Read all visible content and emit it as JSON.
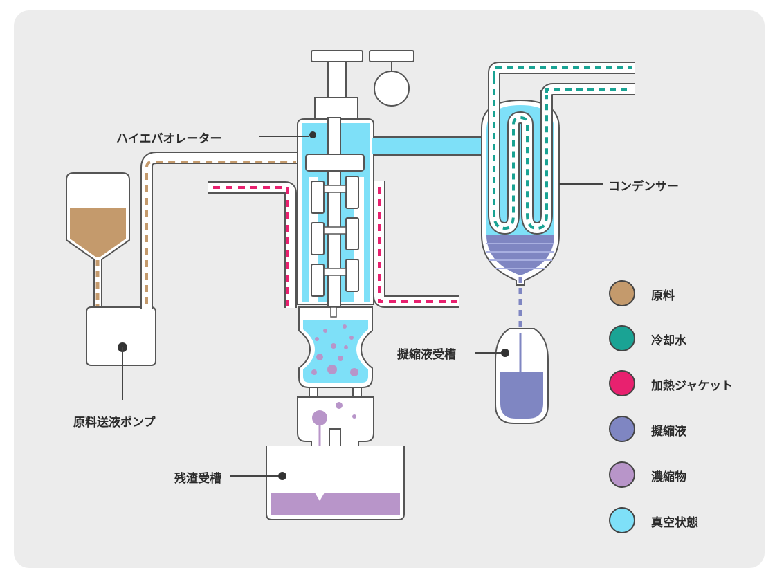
{
  "labels": {
    "evaporator": "ハイエバオレーター",
    "condenser": "コンデンサー",
    "condensate_tank": "擬縮液受槽",
    "feed_pump": "原料送液ポンプ",
    "residue_tank": "残渣受槽"
  },
  "legend": [
    {
      "key": "raw",
      "label": "原料",
      "color": "#c49a6c"
    },
    {
      "key": "cooling",
      "label": "冷却水",
      "color": "#1aa394"
    },
    {
      "key": "heating",
      "label": "加熱ジャケット",
      "color": "#e8216f"
    },
    {
      "key": "condensate",
      "label": "擬縮液",
      "color": "#7f86c2"
    },
    {
      "key": "concentrate",
      "label": "濃縮物",
      "color": "#b895c9"
    },
    {
      "key": "vacuum",
      "label": "真空状態",
      "color": "#7ee0f8"
    }
  ]
}
